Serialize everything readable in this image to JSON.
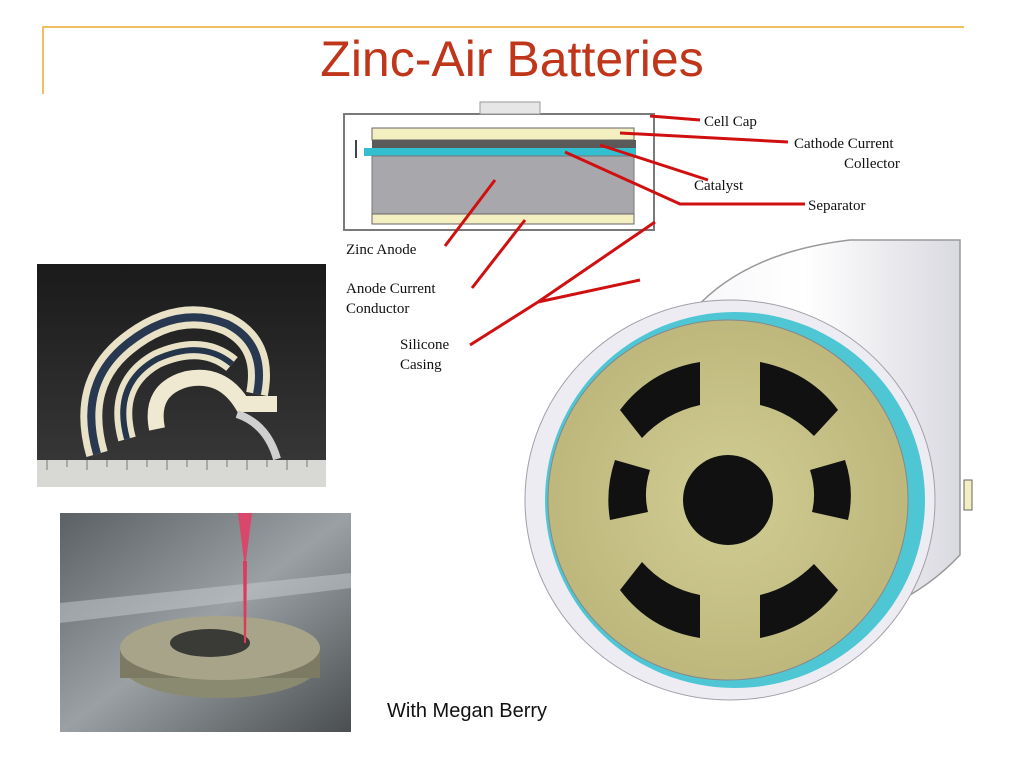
{
  "slide": {
    "title": "Zinc-Air Batteries",
    "credit": "With Megan Berry"
  },
  "diagram": {
    "labels": {
      "cell_cap": "Cell Cap",
      "cathode_line1": "Cathode Current",
      "cathode_line2": "Collector",
      "catalyst": "Catalyst",
      "separator": "Separator",
      "zinc_anode": "Zinc Anode",
      "anode_line1": "Anode Current",
      "anode_line2": "Conductor",
      "silicone_line1": "Silicone",
      "silicone_line2": "Casing"
    }
  },
  "colors": {
    "title": "#c0361a",
    "accent": "#f0c060",
    "leader": "#d01010",
    "catalyst_layer": "#33bfcf",
    "collector": "#c9c48a"
  }
}
